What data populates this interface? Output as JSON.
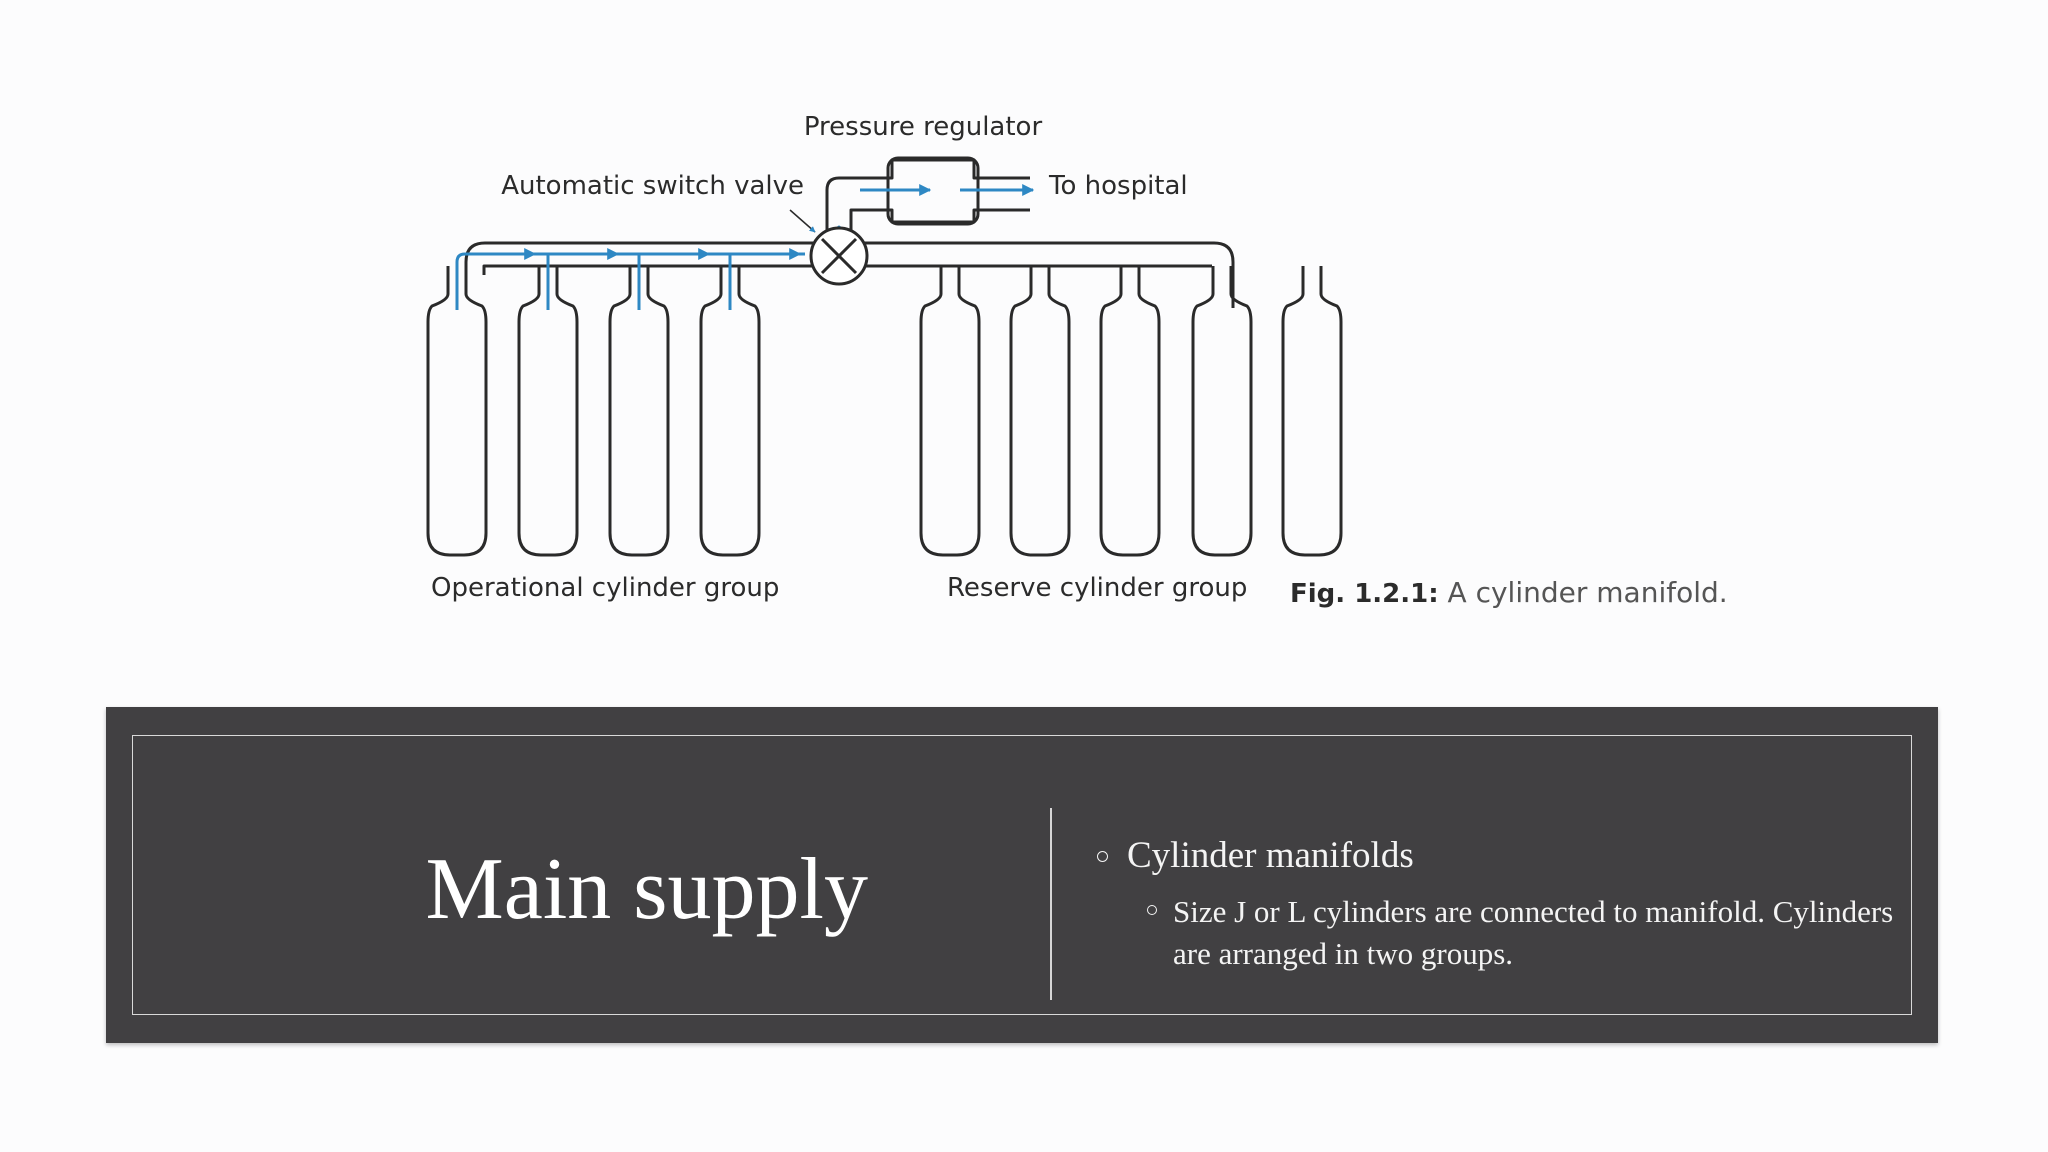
{
  "diagram": {
    "labels": {
      "pressure_regulator": "Pressure regulator",
      "automatic_switch_valve": "Automatic switch valve",
      "to_hospital": "To hospital",
      "operational_group": "Operational cylinder group",
      "reserve_group": "Reserve cylinder group"
    },
    "caption": {
      "prefix": "Fig. 1.2.1:",
      "text": " A cylinder manifold."
    },
    "operational_cylinder_count": 4,
    "reserve_cylinder_count": 5,
    "flow_color": "#2e88c4",
    "line_color": "#2a2a2a"
  },
  "banner": {
    "title": "Main supply",
    "bullets": [
      {
        "text": "Cylinder manifolds",
        "sub": [
          "Size J or L cylinders are connected to manifold. Cylinders are arranged in two groups."
        ]
      }
    ],
    "background": "#414042"
  }
}
